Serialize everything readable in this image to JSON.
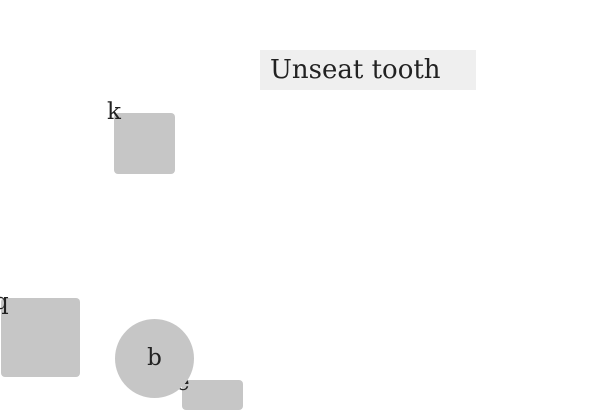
{
  "label_box": {
    "text": "Unseat tooth"
  },
  "tiles": {
    "k": {
      "label": "k"
    },
    "q": {
      "label": "q"
    },
    "e": {
      "label": "e"
    }
  },
  "circle": {
    "label": "b"
  }
}
